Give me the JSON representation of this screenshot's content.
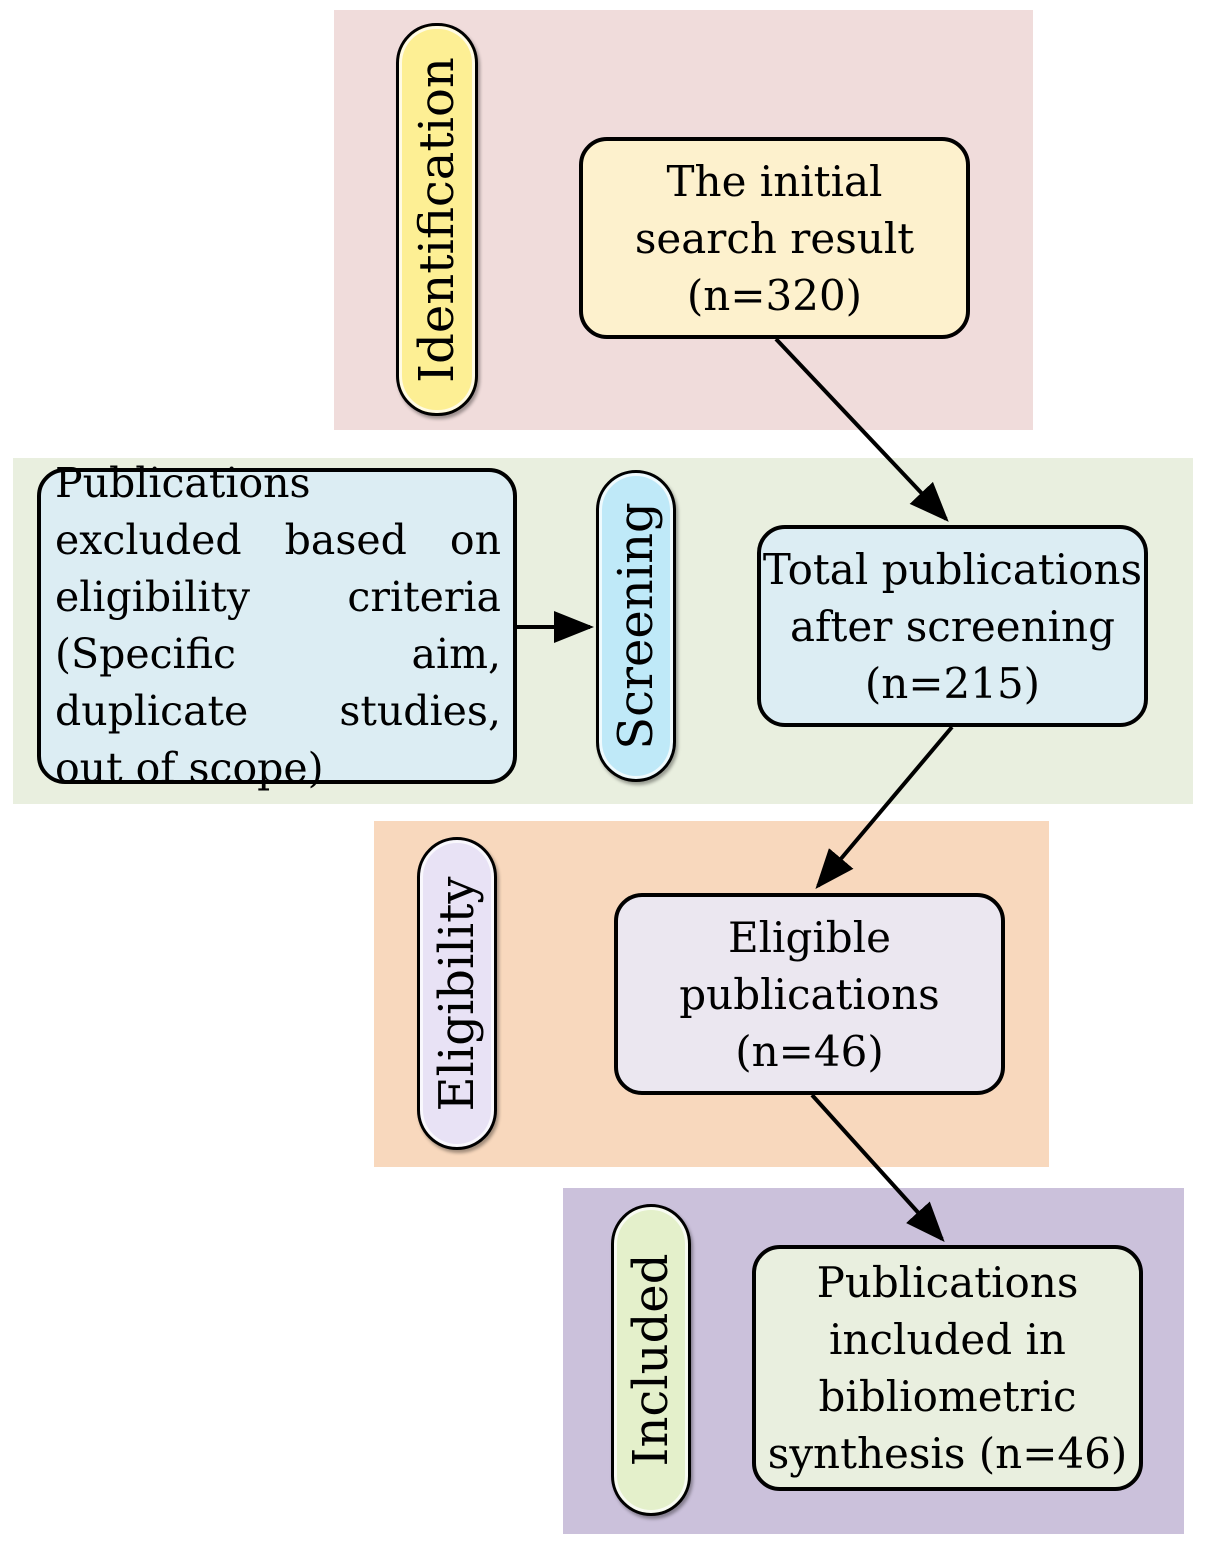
{
  "colors": {
    "identification_band": "#f0dcdb",
    "screening_band": "#e9efdf",
    "eligibility_band": "#f8d8bd",
    "included_band": "#cbc1db",
    "identification_pill": "#fdef94",
    "screening_pill": "#bfe9f8",
    "eligibility_pill": "#e8e2f5",
    "included_pill": "#e4f0cb",
    "initial_box": "#fdf1cd",
    "total_box": "#dcedf3",
    "eligible_box": "#ebe7f0",
    "included_box": "#e9efdf",
    "excluded_box": "#dcedf3"
  },
  "stages": {
    "identification": "Identification",
    "screening": "Screening",
    "eligibility": "Eligibility",
    "included": "Included"
  },
  "boxes": {
    "initial": "The initial\nsearch result\n(n=320)",
    "total": "Total publications\nafter screening\n(n=215)",
    "eligible": "Eligible\npublications\n(n=46)",
    "included": "Publications\nincluded in\nbibliometric\nsynthesis (n=46)",
    "excluded": "Publications excluded based on eligibility criteria (Specific aim, duplicate studies, out of scope)"
  }
}
